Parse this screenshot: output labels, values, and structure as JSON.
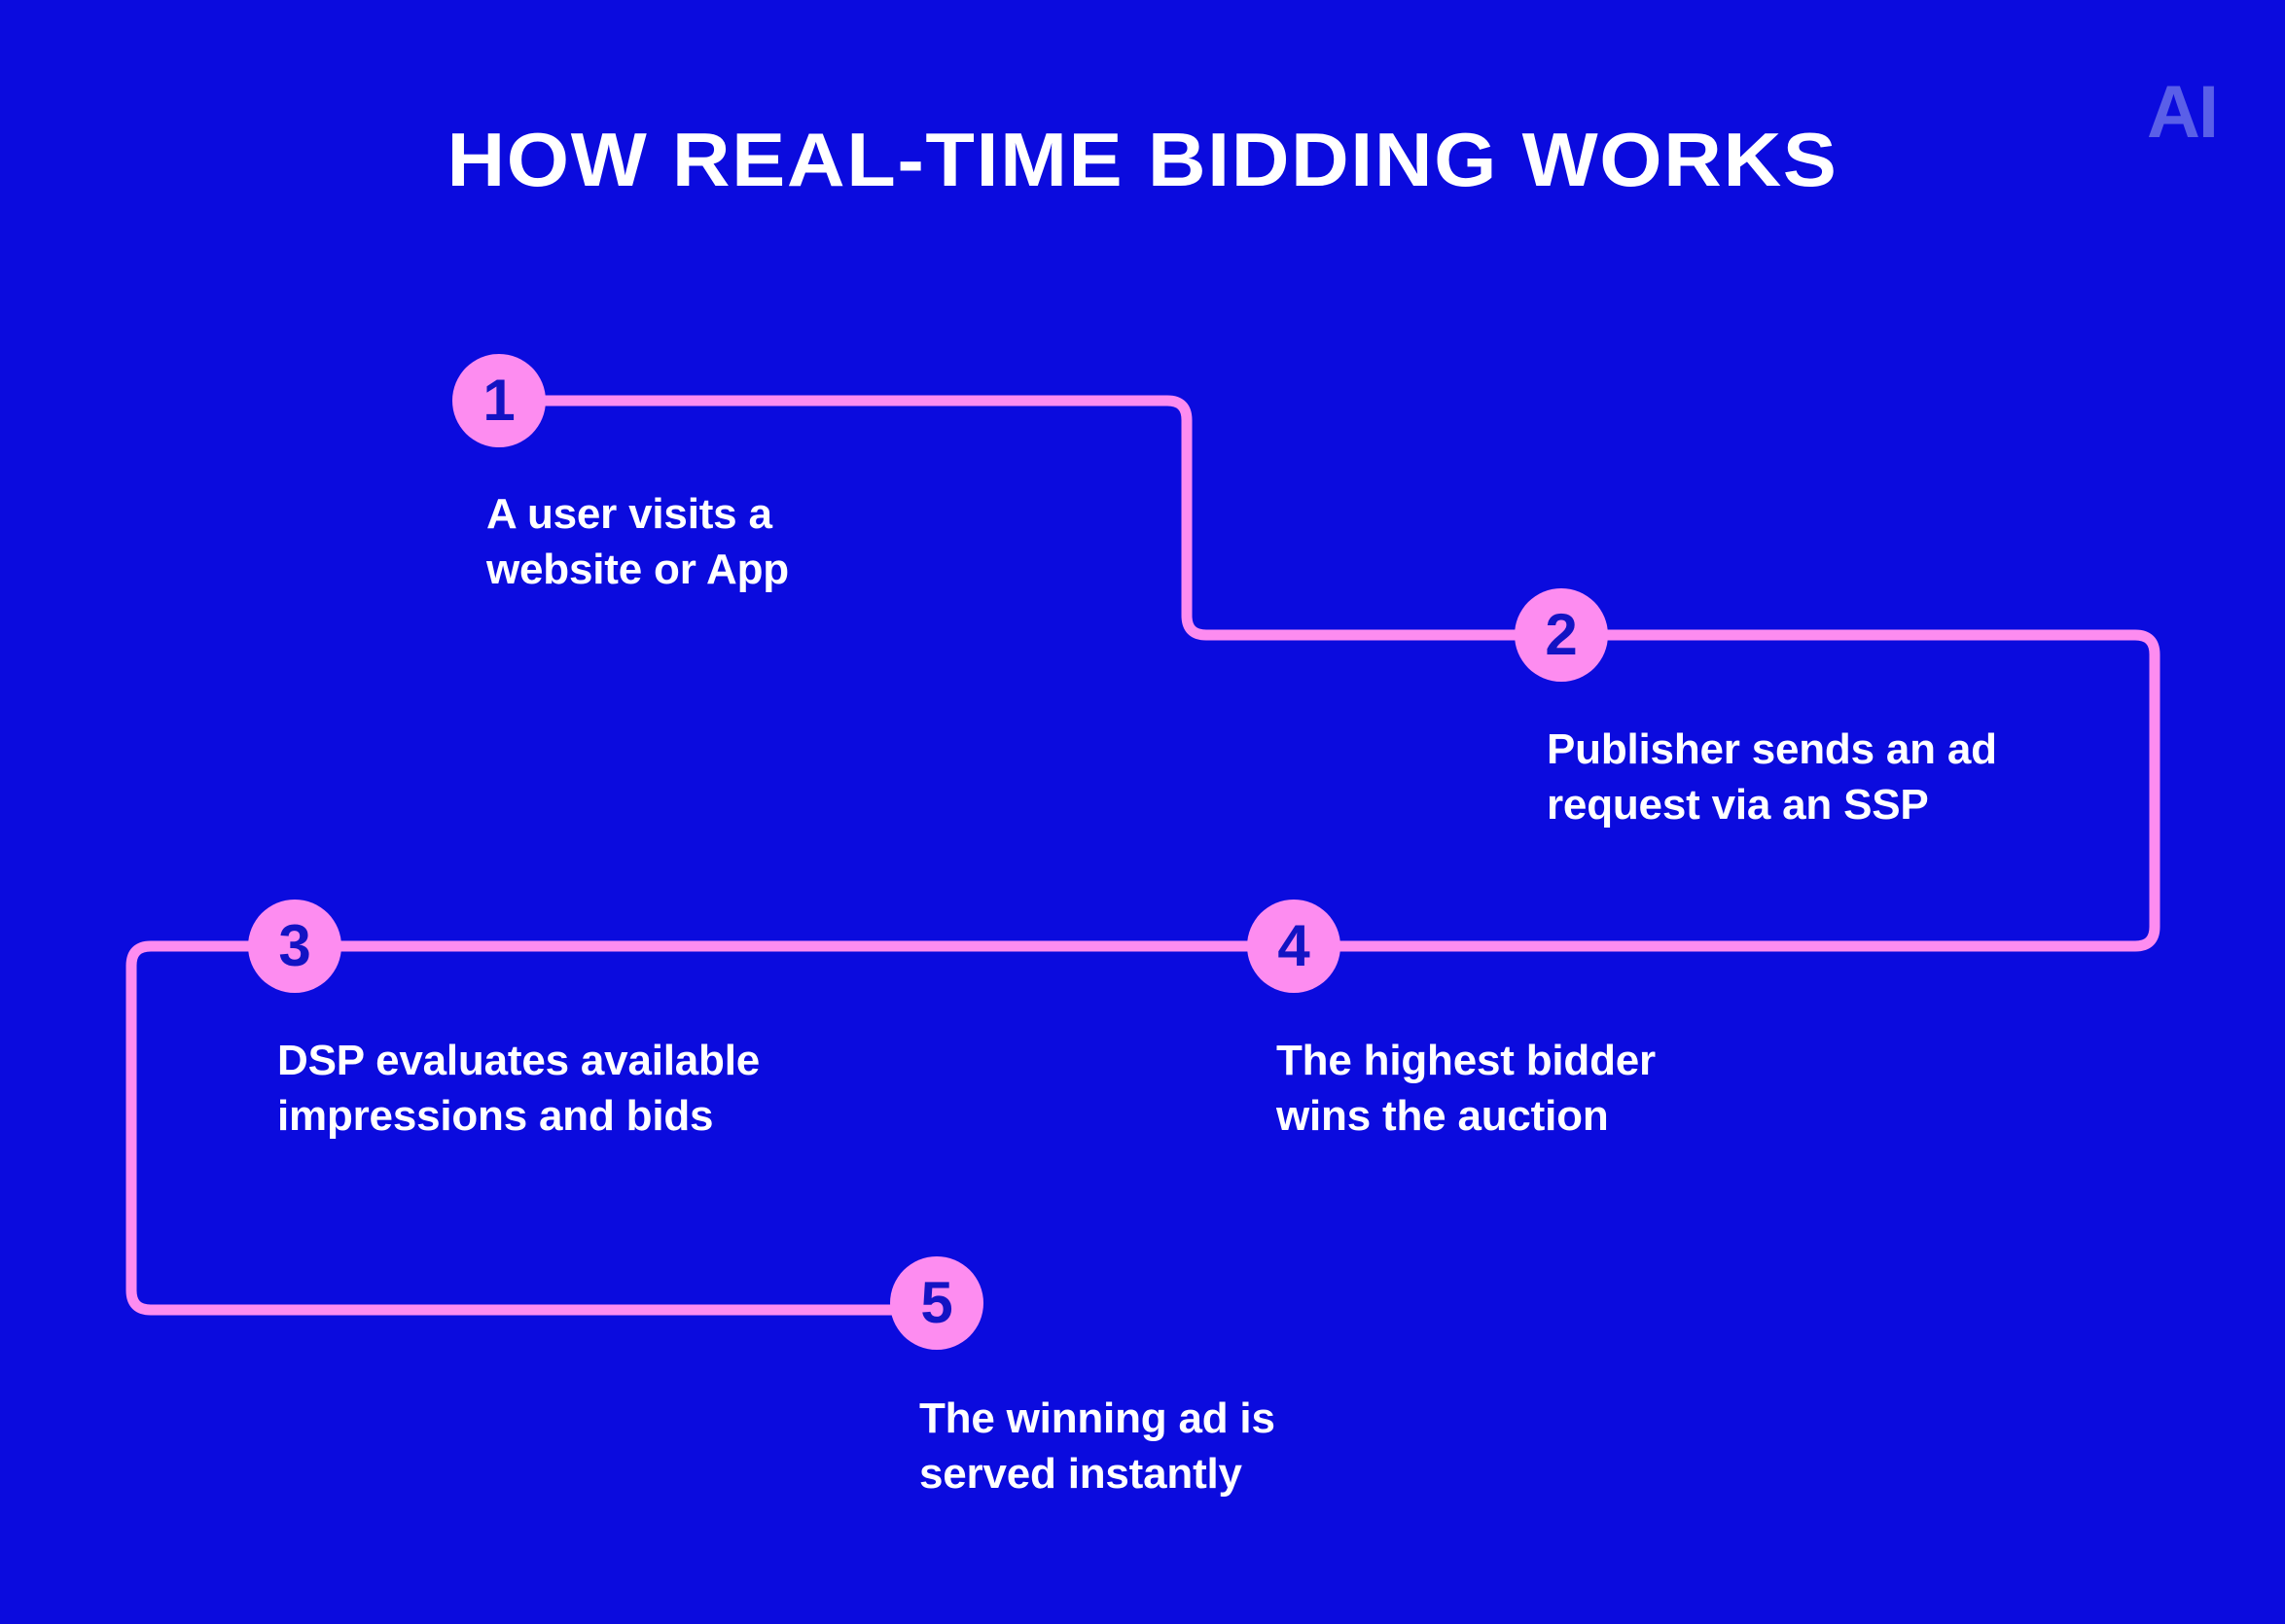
{
  "theme": {
    "background_color": "#0b0bde",
    "accent_pink": "#fd8cf0",
    "number_color": "#1313c4",
    "text_color": "#ffffff",
    "logo_color": "#5a5fe8"
  },
  "logo": {
    "text": "AI",
    "icon": "ai-logo-icon"
  },
  "header": {
    "title": "HOW REAL-TIME BIDDING WORKS"
  },
  "flow": {
    "steps": [
      {
        "number": "1",
        "label": "A user visits a\nwebsite or App"
      },
      {
        "number": "2",
        "label": "Publisher sends an ad\nrequest via an SSP"
      },
      {
        "number": "3",
        "label": "DSP evaluates available\nimpressions and bids"
      },
      {
        "number": "4",
        "label": "The highest bidder\nwins the auction"
      },
      {
        "number": "5",
        "label": "The winning ad is\nserved instantly"
      }
    ]
  }
}
